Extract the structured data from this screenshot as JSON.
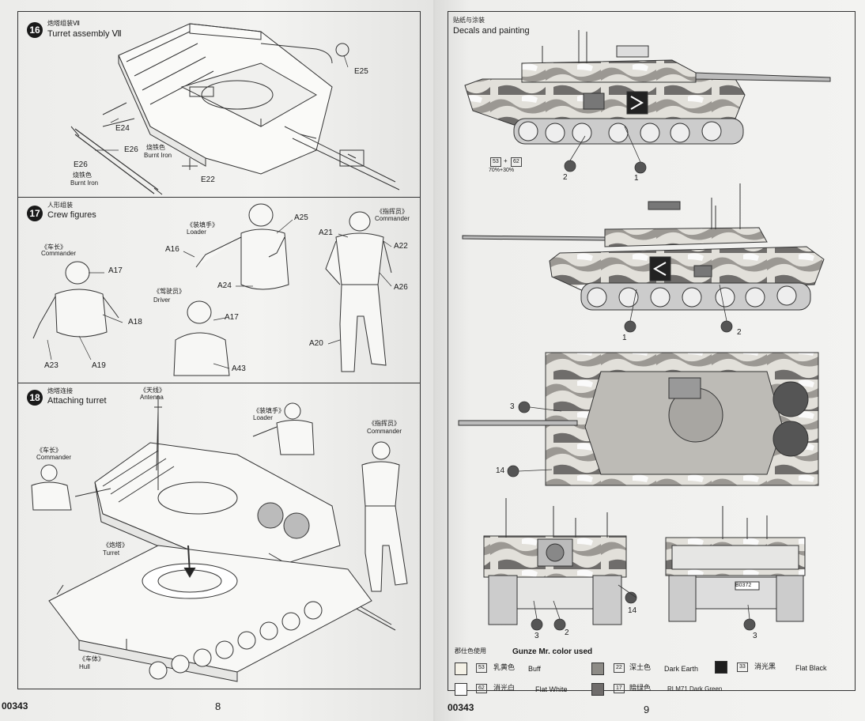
{
  "left_page": {
    "page_number": "8",
    "code": "00343",
    "step16": {
      "number": "16",
      "title_cn": "炮塔组装Ⅶ",
      "title_en": "Turret assembly Ⅶ",
      "parts": [
        "E25",
        "E24",
        "E26",
        "E26",
        "E22"
      ],
      "note1_cn": "烧铁色",
      "note1_en": "Burnt Iron",
      "note2_cn": "烧铁色",
      "note2_en": "Burnt Iron"
    },
    "step17": {
      "number": "17",
      "title_cn": "人形组装",
      "title_en": "Crew figures",
      "commander_cn": "《车长》",
      "commander_en": "Commander",
      "loader_cn": "《装填手》",
      "loader_en": "Loader",
      "driver_cn": "《驾驶员》",
      "driver_en": "Driver",
      "commander2_cn": "《指挥员》",
      "commander2_en": "Commander",
      "parts": [
        "A17",
        "A18",
        "A23",
        "A19",
        "A16",
        "A25",
        "A24",
        "A17",
        "A43",
        "A21",
        "A22",
        "A26",
        "A20"
      ]
    },
    "step18": {
      "number": "18",
      "title_cn": "炮塔连接",
      "title_en": "Attaching turret",
      "antenna_cn": "《天线》",
      "antenna_en": "Antenna",
      "loader_cn": "《装填手》",
      "loader_en": "Loader",
      "commander_cn": "《车长》",
      "commander_en": "Commander",
      "commander2_cn": "《指挥员》",
      "commander2_en": "Commander",
      "turret_cn": "《炮塔》",
      "turret_en": "Turret",
      "hull_cn": "《车体》",
      "hull_en": "Hull"
    }
  },
  "right_page": {
    "page_number": "9",
    "code": "00343",
    "title_cn": "贴纸与涂装",
    "title_en": "Decals and painting",
    "mix_codes": [
      "53",
      "62"
    ],
    "mix_plus": "+",
    "mix_ratio": "70%+30%",
    "callouts": {
      "side1_a": "2",
      "side1_b": "1",
      "side2_a": "1",
      "side2_b": "2",
      "top_a": "3",
      "top_b": "14",
      "front_a": "14",
      "front_b": "3",
      "front_c": "2",
      "rear_a": "3",
      "rear_plate": "B0372"
    },
    "legend_title_cn": "郡仕色使用",
    "legend_title_en": "Gunze Mr. color used",
    "colors": [
      {
        "code": "53",
        "cn": "乳黄色",
        "en": "Buff",
        "hex": "#f4f1e6"
      },
      {
        "code": "62",
        "cn": "消光白",
        "en": "Flat White",
        "hex": "#fbfbfb"
      },
      {
        "code": "22",
        "cn": "深土色",
        "en": "Dark Earth",
        "hex": "#8d8b86"
      },
      {
        "code": "17",
        "cn": "暗绿色",
        "en": "RLM71 Dark Green",
        "hex": "#6f6c6b"
      },
      {
        "code": "33",
        "cn": "消光黑",
        "en": "Flat Black",
        "hex": "#1e1e1e"
      }
    ]
  }
}
